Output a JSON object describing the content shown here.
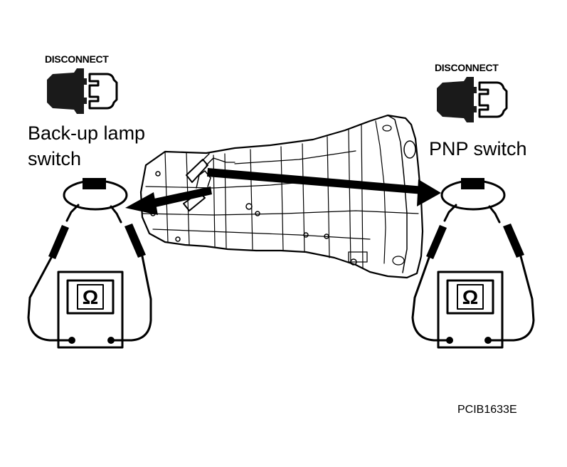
{
  "figure": {
    "left_disconnect_label": "DISCONNECT",
    "right_disconnect_label": "DISCONNECT",
    "left_switch_label_line1": "Back-up lamp",
    "left_switch_label_line2": "switch",
    "right_switch_label": "PNP switch",
    "left_meter_symbol": "Ω",
    "right_meter_symbol": "Ω",
    "figure_code": "PCIB1633E"
  },
  "icons": [
    "disconnect-connector-icon",
    "ohmmeter-icon",
    "transmission-illustration",
    "arrow-icon"
  ]
}
